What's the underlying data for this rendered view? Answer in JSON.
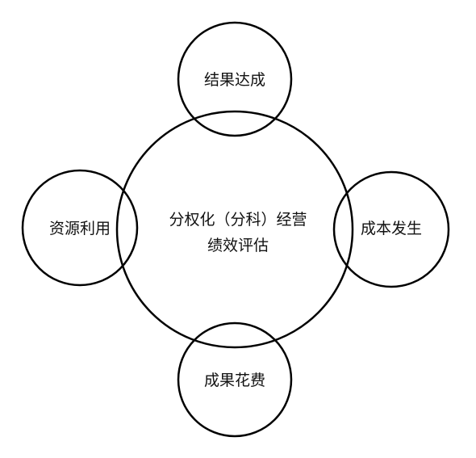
{
  "diagram": {
    "center": {
      "line1": "分权化（分科）经营",
      "line2": "绩效评估"
    },
    "satellites": {
      "top": "结果达成",
      "left": "资源利用",
      "right": "成本发生",
      "bottom": "成果花费"
    },
    "colors": {
      "stroke": "#000000",
      "background": "#ffffff",
      "text": "#111111"
    }
  }
}
